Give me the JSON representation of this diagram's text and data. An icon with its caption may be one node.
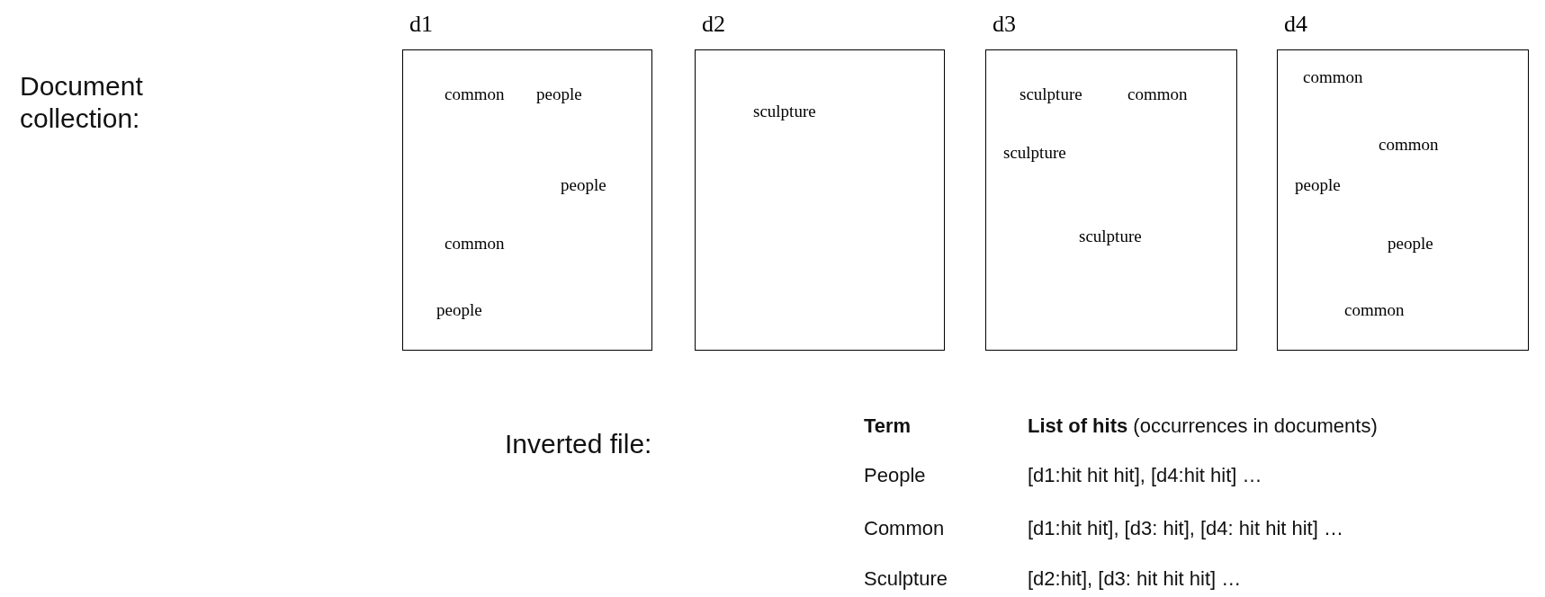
{
  "diagram": {
    "nodes": [
      {
        "text": [
          "d1",
          "common",
          "people",
          "people",
          "common",
          "people"
        ]
      },
      {
        "text": [
          "d2",
          "sculpture"
        ]
      },
      {
        "text": [
          "d3",
          "sculpture",
          "common",
          "sculpture",
          "sculpture"
        ]
      },
      {
        "text": [
          "d4",
          "common",
          "common",
          "people",
          "people",
          "common"
        ]
      }
    ],
    "edges": [],
    "labels": [
      "Document collection:",
      "Inverted file:",
      "Term",
      "**List of hits** (occurrences in documents)",
      "People",
      "[d1:hit hit hit], [d4:hit hit] …",
      "Common",
      "[d1:hit hit], [d3: hit], [d4: hit hit hit] …",
      "Sculpture",
      "[d2:hit], [d3: hit hit hit] …"
    ]
  }
}
